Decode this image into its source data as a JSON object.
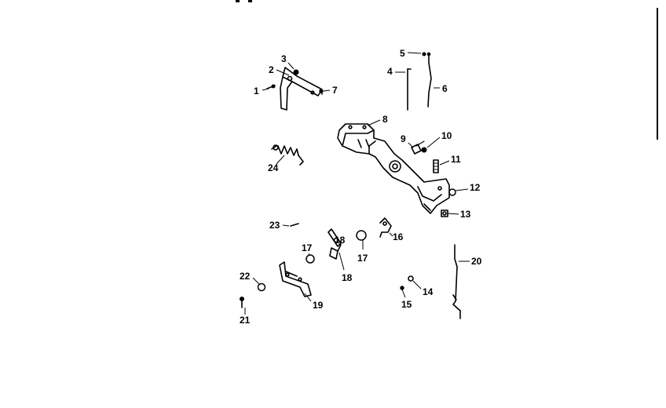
{
  "callouts": [
    "1",
    "2",
    "3",
    "4",
    "5",
    "6",
    "7",
    "8",
    "9",
    "10",
    "11",
    "12",
    "13",
    "14",
    "15",
    "16",
    "17",
    "17",
    "18",
    "18",
    "19",
    "20",
    "21",
    "22",
    "23",
    "24"
  ]
}
